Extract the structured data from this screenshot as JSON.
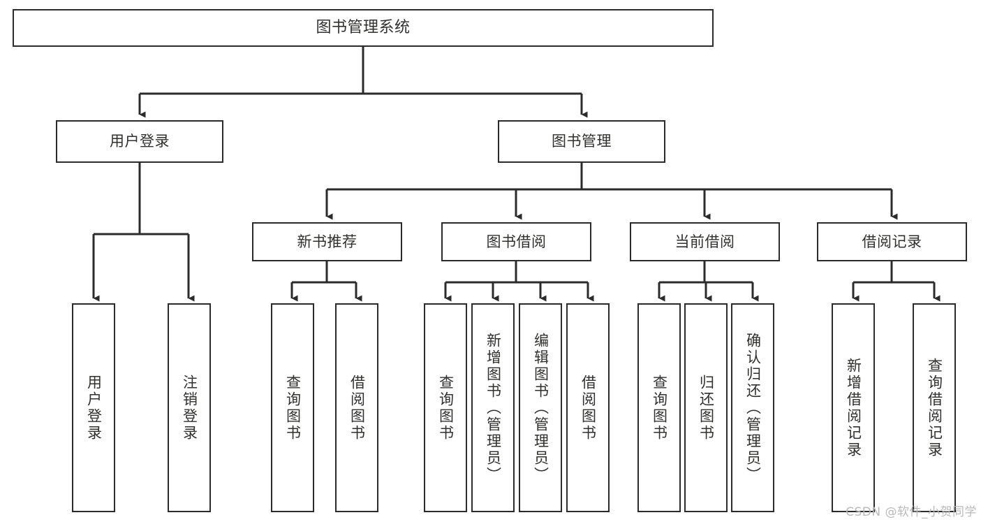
{
  "diagram": {
    "title": "图书管理系统",
    "type": "tree",
    "colors": {
      "border": "#2b2b2b",
      "text": "#30302f",
      "background": "#ffffff",
      "connector": "#2b2b2b",
      "watermark": "#b9b9b9"
    },
    "nodes": {
      "root": {
        "label": "图书管理系统"
      },
      "level2": [
        {
          "id": "user-login",
          "label": "用户登录"
        },
        {
          "id": "book-manage",
          "label": "图书管理"
        }
      ],
      "level3": [
        {
          "id": "new-book-recommend",
          "label": "新书推荐"
        },
        {
          "id": "book-borrow",
          "label": "图书借阅"
        },
        {
          "id": "current-borrow",
          "label": "当前借阅"
        },
        {
          "id": "borrow-record",
          "label": "借阅记录"
        }
      ],
      "leaves": [
        {
          "id": "leaf-user-login",
          "label": "用户登录",
          "parent": "user-login"
        },
        {
          "id": "leaf-logout-login",
          "label": "注销登录",
          "parent": "user-login"
        },
        {
          "id": "leaf-query-book-1",
          "label": "查询图书",
          "parent": "new-book-recommend"
        },
        {
          "id": "leaf-borrow-book-1",
          "label": "借阅图书",
          "parent": "new-book-recommend"
        },
        {
          "id": "leaf-query-book-2",
          "label": "查询图书",
          "parent": "book-borrow"
        },
        {
          "id": "leaf-add-book-admin",
          "label": "新增图书（管理员）",
          "parent": "book-borrow"
        },
        {
          "id": "leaf-edit-book-admin",
          "label": "编辑图书（管理员）",
          "parent": "book-borrow"
        },
        {
          "id": "leaf-borrow-book-2",
          "label": "借阅图书",
          "parent": "book-borrow"
        },
        {
          "id": "leaf-query-book-3",
          "label": "查询图书",
          "parent": "current-borrow"
        },
        {
          "id": "leaf-return-book",
          "label": "归还图书",
          "parent": "current-borrow"
        },
        {
          "id": "leaf-confirm-return-admin",
          "label": "确认归还（管理员）",
          "parent": "current-borrow"
        },
        {
          "id": "leaf-add-borrow-record",
          "label": "新增借阅记录",
          "parent": "borrow-record"
        },
        {
          "id": "leaf-query-borrow-record",
          "label": "查询借阅记录",
          "parent": "borrow-record"
        }
      ]
    },
    "watermark": "CSDN @软件_小贺同学"
  }
}
